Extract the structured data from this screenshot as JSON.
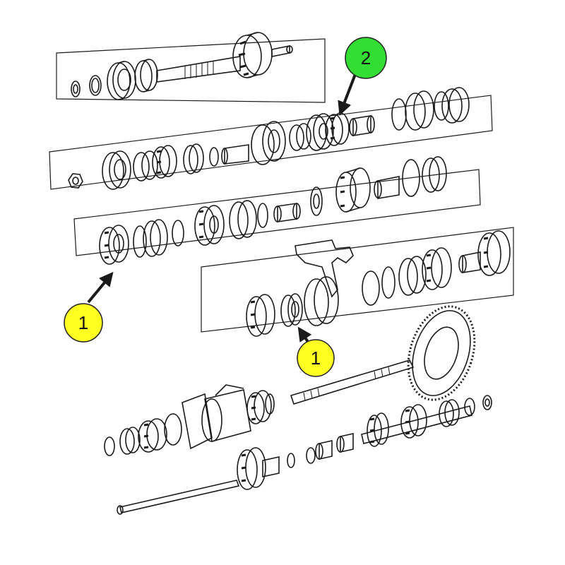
{
  "colors": {
    "line": "#1a1a1a",
    "callout_yellow": "#ffff22",
    "callout_green": "#33dd33",
    "background": "#ffffff"
  },
  "callouts": [
    {
      "id": "callout-1-left",
      "label": "1",
      "color": "#ffff22"
    },
    {
      "id": "callout-1-center",
      "label": "1",
      "color": "#ffff22"
    },
    {
      "id": "callout-2-top",
      "label": "2",
      "color": "#33dd33"
    }
  ]
}
